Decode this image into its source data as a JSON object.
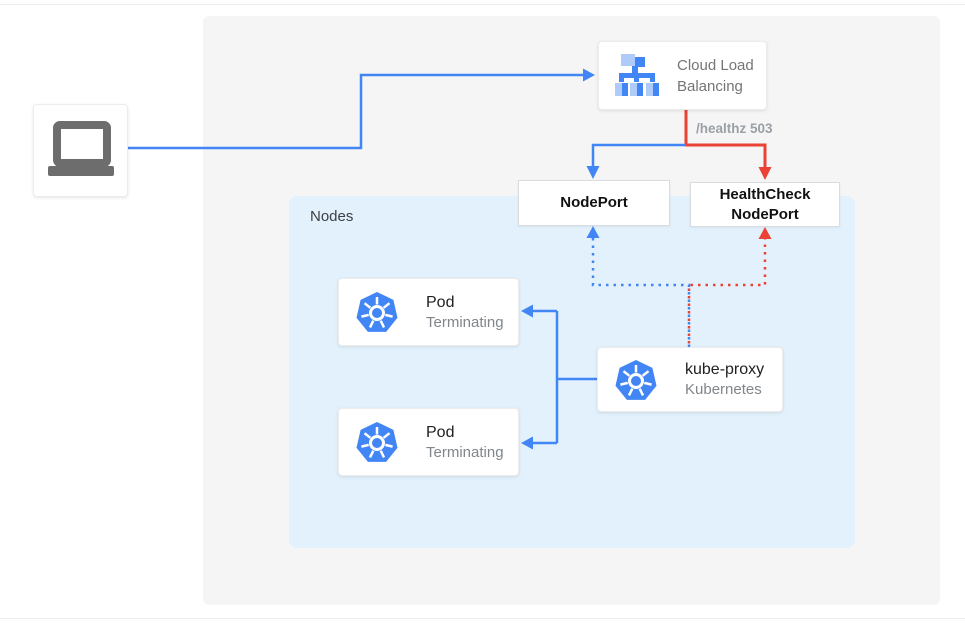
{
  "diagram": {
    "client_device": {
      "icon": "laptop-icon"
    },
    "cloud_load_balancing": {
      "line1": "Cloud Load",
      "line2": "Balancing",
      "icon": "cloud-load-balancing-icon"
    },
    "healthz_label": "/healthz 503",
    "nodeport_label": "NodePort",
    "healthcheck_nodeport": {
      "line1": "HealthCheck",
      "line2": "NodePort"
    },
    "nodes_label": "Nodes",
    "pods": [
      {
        "title": "Pod",
        "subtitle": "Terminating",
        "icon": "kubernetes-helm-icon"
      },
      {
        "title": "Pod",
        "subtitle": "Terminating",
        "icon": "kubernetes-helm-icon"
      }
    ],
    "kube_proxy": {
      "title": "kube-proxy",
      "subtitle": "Kubernetes",
      "icon": "kubernetes-helm-icon"
    },
    "colors": {
      "blue": "#4285F4",
      "red": "#EA4335",
      "light_blue_fill": "#AECBFA",
      "nodes_background": "#E2F1FC",
      "panel_background": "#F5F5F6",
      "muted_text": "#757575",
      "healthz_text": "#9AA0A6",
      "dark_text": "#212121",
      "laptop_gray": "#6D6D6D"
    }
  }
}
